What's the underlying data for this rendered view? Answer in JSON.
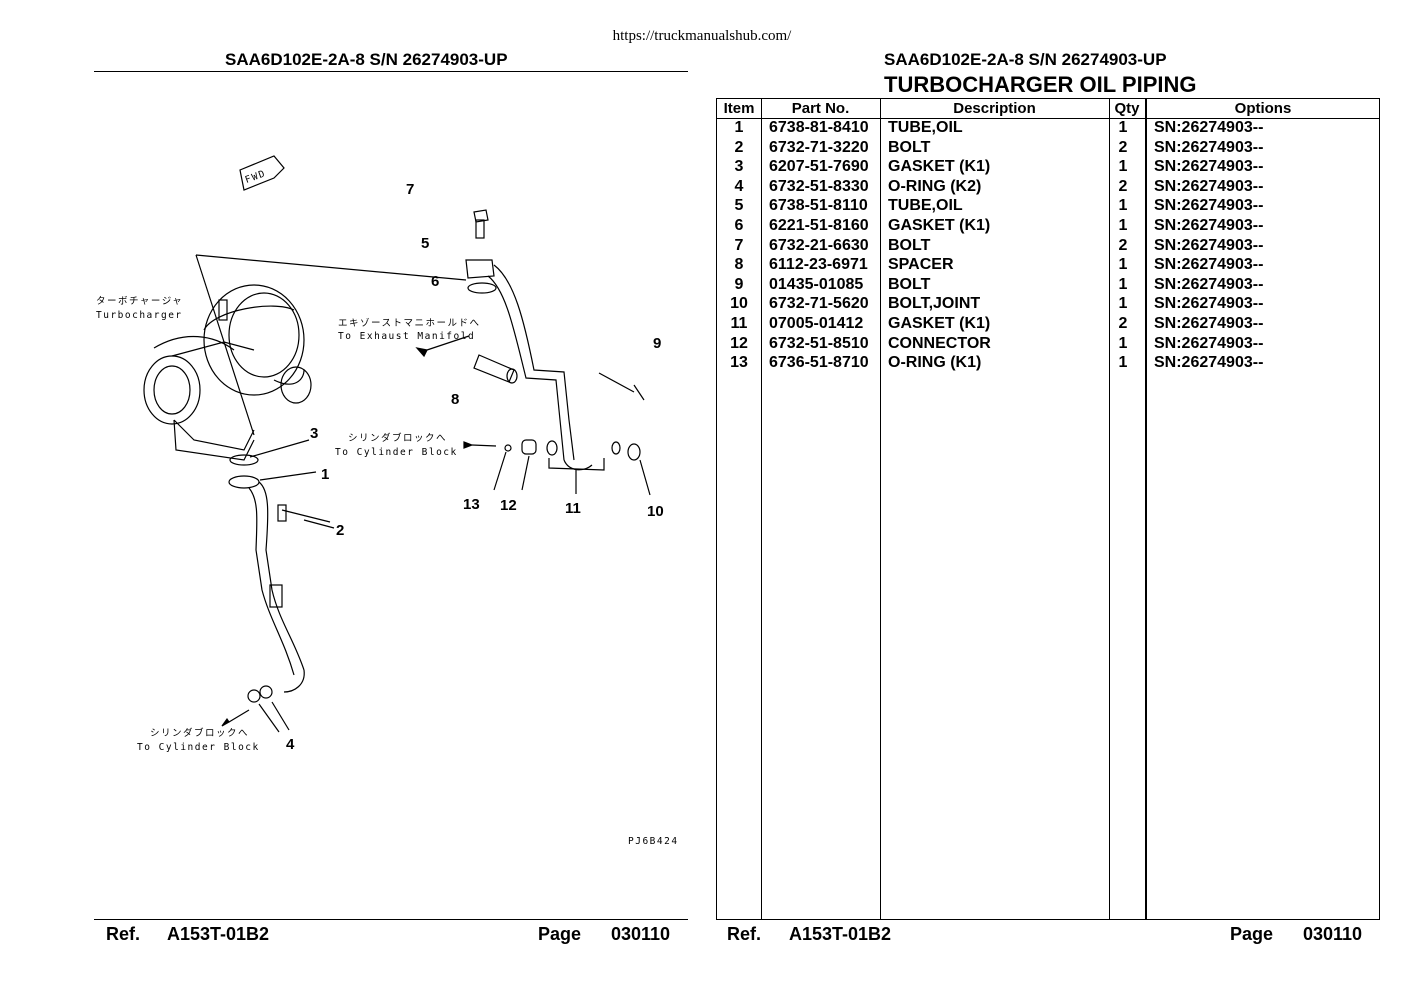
{
  "url": "https://truckmanualshub.com/",
  "left": {
    "header": "SAA6D102E-2A-8 S/N 26274903-UP",
    "diagram": {
      "fwd": "FWD",
      "turbo_jp": "ターボチャージャ",
      "turbo_en": "Turbocharger",
      "exhaust_jp": "エキゾーストマニホールドへ",
      "exhaust_en": "To Exhaust Manifold",
      "cyl_jp": "シリンダブロックへ",
      "cyl_en": "To Cylinder Block",
      "cyl2_jp": "シリンダブロックへ",
      "cyl2_en": "To Cylinder Block",
      "code": "PJ6B424",
      "callouts": [
        "7",
        "5",
        "6",
        "9",
        "8",
        "3",
        "1",
        "13",
        "12",
        "11",
        "10",
        "2",
        "4"
      ]
    },
    "footer": {
      "ref_label": "Ref.",
      "ref": "A153T-01B2",
      "page_label": "Page",
      "page": "030110"
    }
  },
  "right": {
    "header": "SAA6D102E-2A-8 S/N 26274903-UP",
    "title": "TURBOCHARGER OIL PIPING",
    "columns": [
      "Item",
      "Part No.",
      "Description",
      "Qty",
      "Options"
    ],
    "rows": [
      [
        "1",
        "6738-81-8410",
        "TUBE,OIL",
        "1",
        "SN:26274903--"
      ],
      [
        "2",
        "6732-71-3220",
        "BOLT",
        "2",
        "SN:26274903--"
      ],
      [
        "3",
        "6207-51-7690",
        "GASKET (K1)",
        "1",
        "SN:26274903--"
      ],
      [
        "4",
        "6732-51-8330",
        "O-RING (K2)",
        "2",
        "SN:26274903--"
      ],
      [
        "5",
        "6738-51-8110",
        "TUBE,OIL",
        "1",
        "SN:26274903--"
      ],
      [
        "6",
        "6221-51-8160",
        "GASKET (K1)",
        "1",
        "SN:26274903--"
      ],
      [
        "7",
        "6732-21-6630",
        "BOLT",
        "2",
        "SN:26274903--"
      ],
      [
        "8",
        "6112-23-6971",
        "SPACER",
        "1",
        "SN:26274903--"
      ],
      [
        "9",
        "01435-01085",
        "BOLT",
        "1",
        "SN:26274903--"
      ],
      [
        "10",
        "6732-71-5620",
        "BOLT,JOINT",
        "1",
        "SN:26274903--"
      ],
      [
        "11",
        "07005-01412",
        "GASKET (K1)",
        "2",
        "SN:26274903--"
      ],
      [
        "12",
        "6732-51-8510",
        "CONNECTOR",
        "1",
        "SN:26274903--"
      ],
      [
        "13",
        "6736-51-8710",
        "O-RING (K1)",
        "1",
        "SN:26274903--"
      ]
    ],
    "footer": {
      "ref_label": "Ref.",
      "ref": "A153T-01B2",
      "page_label": "Page",
      "page": "030110"
    }
  }
}
